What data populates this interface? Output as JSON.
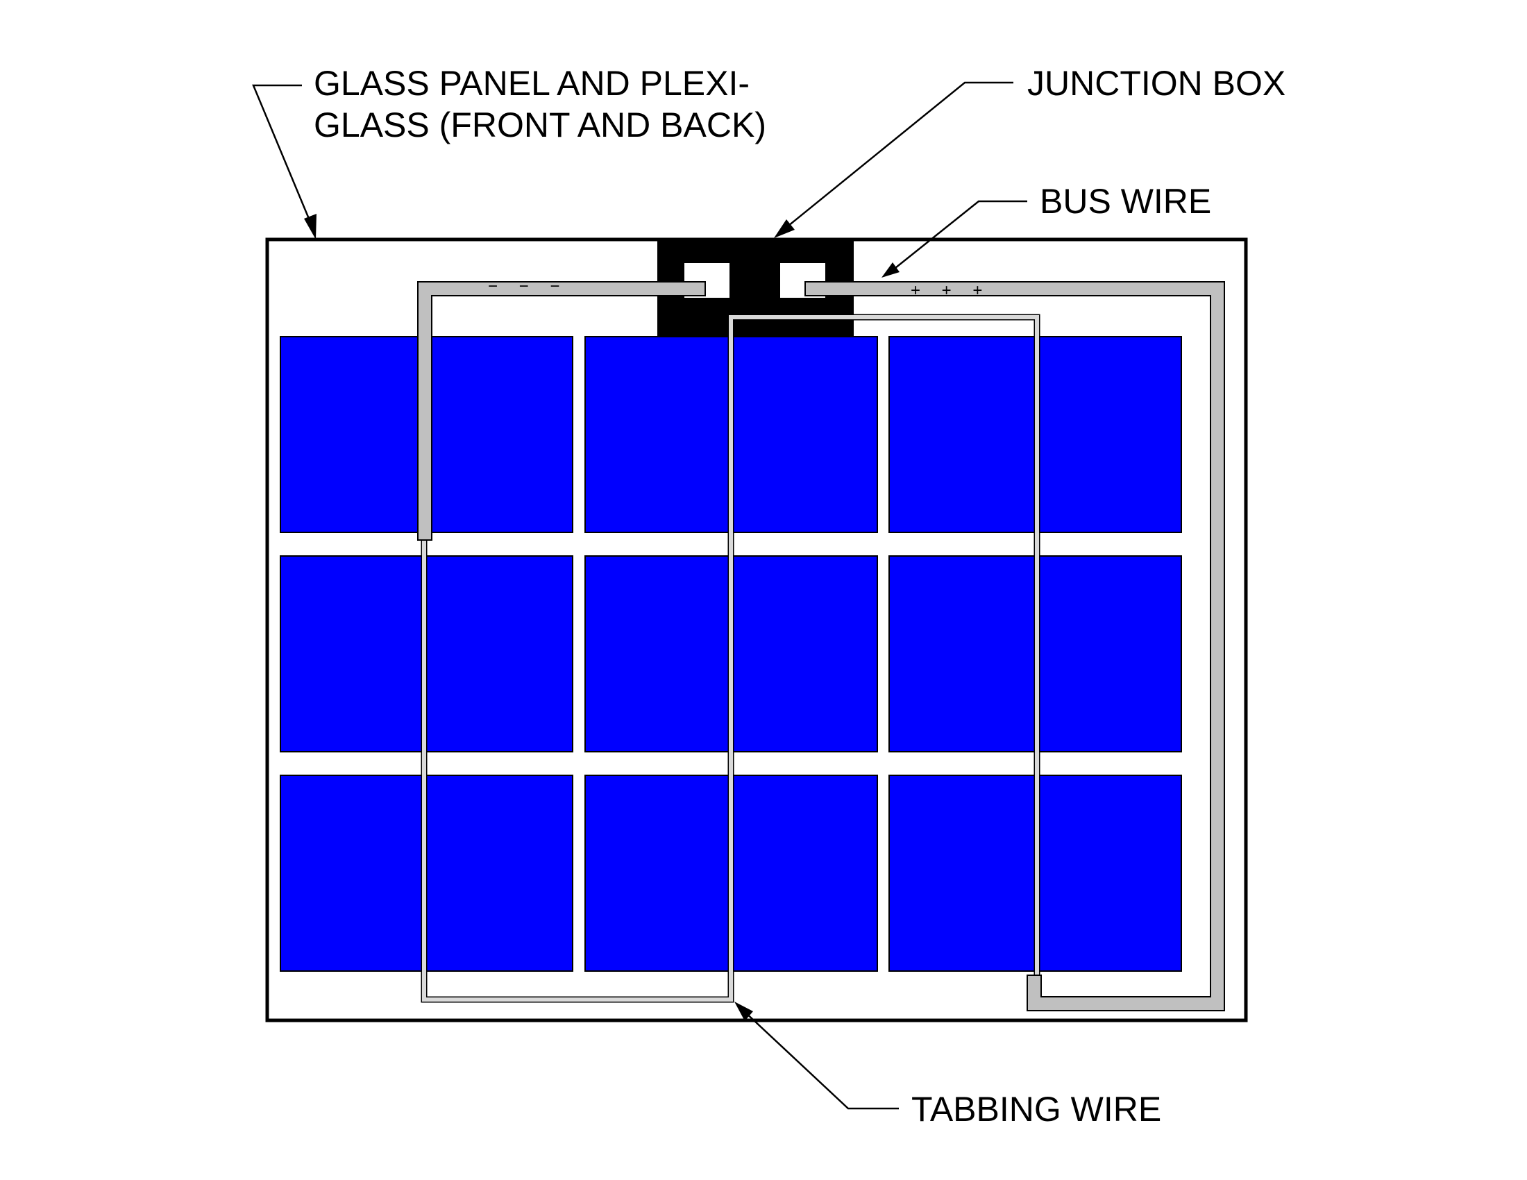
{
  "labels": {
    "glass_panel_line1": "GLASS PANEL AND PLEXI-",
    "glass_panel_line2": "GLASS (FRONT AND BACK)",
    "junction_box": "JUNCTION BOX",
    "bus_wire": "BUS WIRE",
    "tabbing_wire": "TABBING WIRE",
    "negative_marks": "− − −",
    "positive_marks": "+ + +"
  },
  "colors": {
    "cell": "#0000ff",
    "wire": "#c0c0c0",
    "tabbing_wire": "#d9d9d9",
    "panel": "#ffffff",
    "junction_box": "#000000"
  },
  "cells": {
    "rows": 3,
    "columns": 3
  }
}
